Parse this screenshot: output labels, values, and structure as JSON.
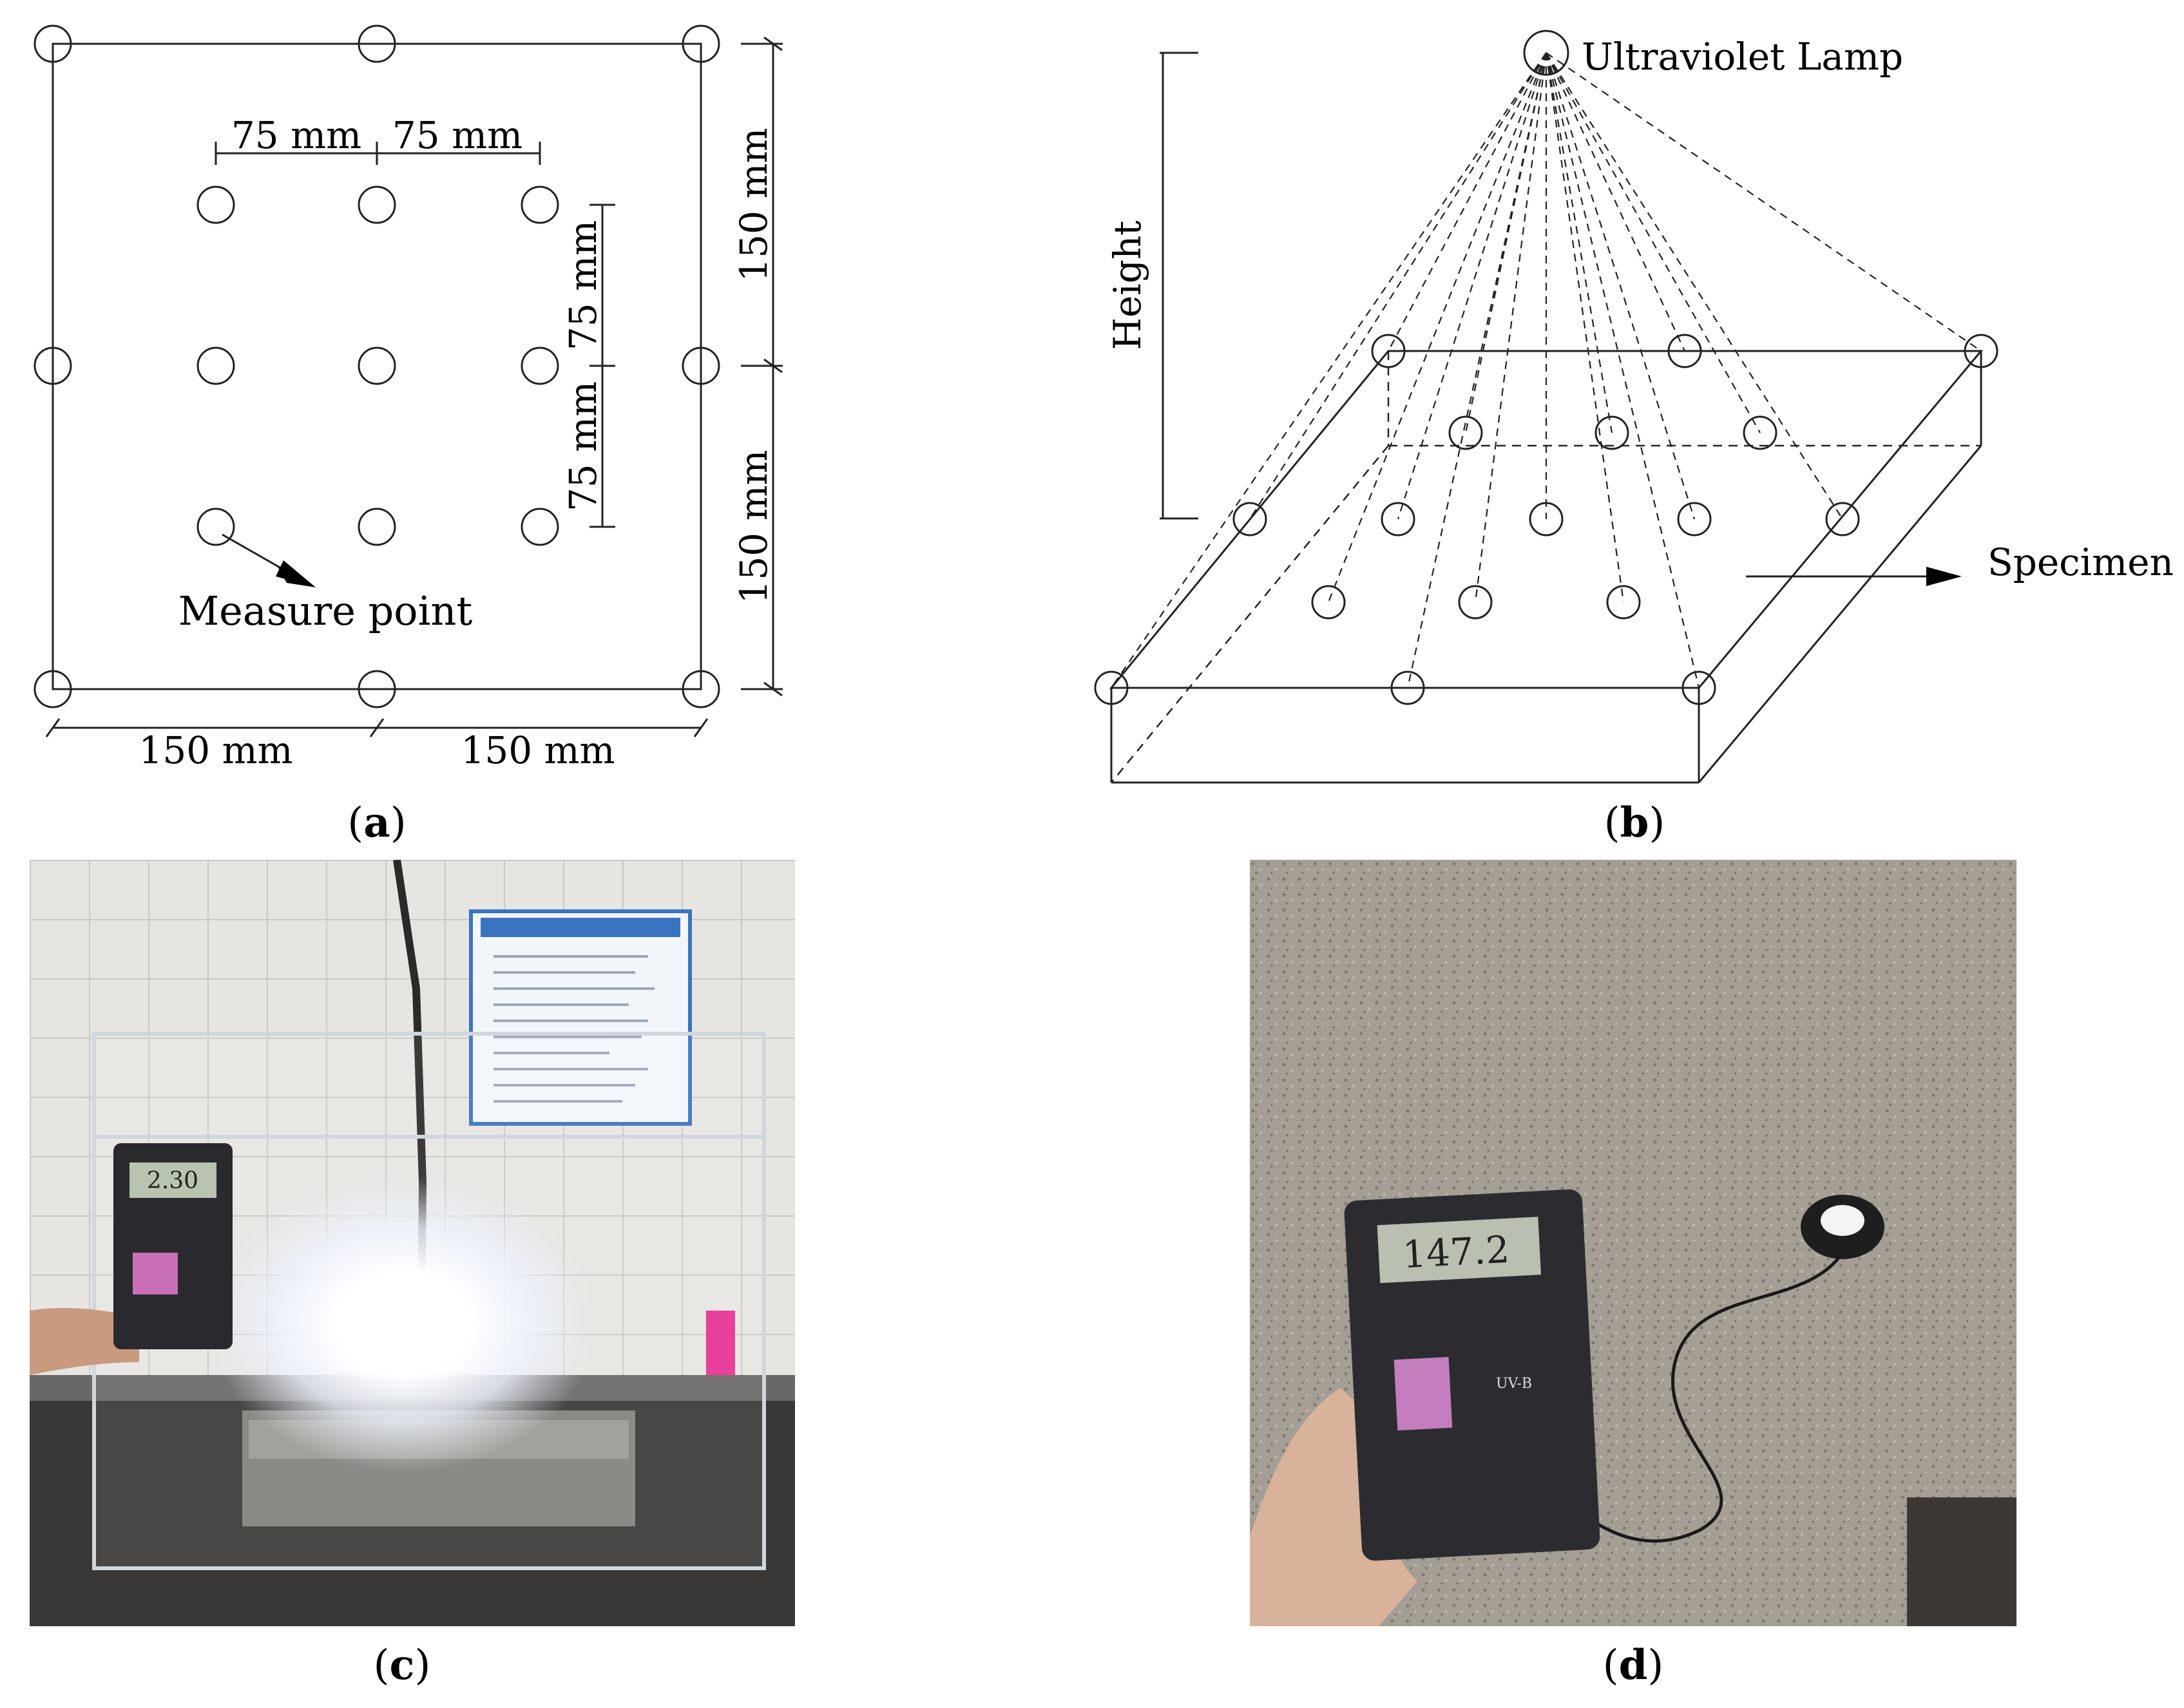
{
  "panel_a": {
    "dim_top_left": "75 mm",
    "dim_top_right": "75 mm",
    "dim_inner_upper": "75 mm",
    "dim_inner_lower": "75 mm",
    "dim_right_upper": "150 mm",
    "dim_right_lower": "150 mm",
    "dim_bottom_left": "150 mm",
    "dim_bottom_right": "150 mm",
    "measure_point_label": "Measure point"
  },
  "panel_b": {
    "lamp_label": "Ultraviolet Lamp",
    "height_label": "Height",
    "specimen_label": "Specimen"
  },
  "photo_c": {
    "meter_reading": "2.30"
  },
  "photo_d": {
    "meter_reading": "147.2",
    "meter_text": "UV-B"
  },
  "captions": {
    "a": "a",
    "b": "b",
    "c": "c",
    "d": "d"
  }
}
